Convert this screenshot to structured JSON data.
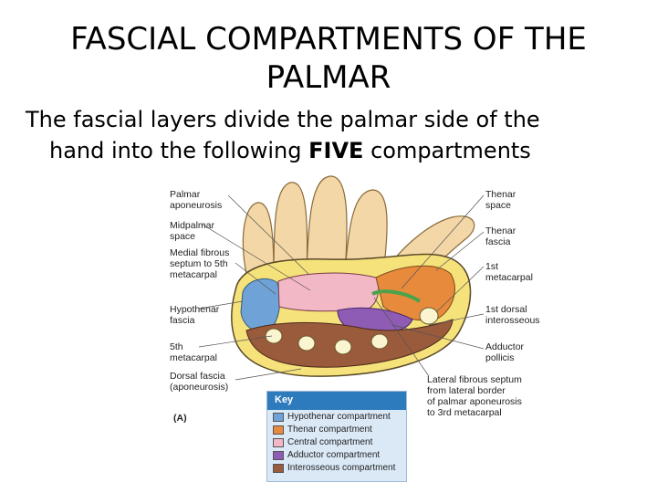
{
  "slide": {
    "title": "FASCIAL COMPARTMENTS OF THE PALMAR",
    "intro_line1": "The fascial layers divide the palmar side of the",
    "intro_line2_a": "hand into the following ",
    "intro_line2_bold": "FIVE",
    "intro_line2_b": " compartments"
  },
  "figure": {
    "panel_label": "(A)",
    "left_labels": [
      "Palmar\naponeurosis",
      "Midpalmar\nspace",
      "Medial fibrous\nseptum to 5th\nmetacarpal",
      "Hypothenar\nfascia",
      "5th\nmetacarpal",
      "Dorsal fascia\n(aponeurosis)"
    ],
    "right_labels": [
      "Thenar\nspace",
      "Thenar\nfascia",
      "1st\nmetacarpal",
      "1st dorsal\ninterosseous",
      "Adductor\npollicis",
      "Lateral fibrous septum\nfrom lateral border\nof palmar aponeurosis\nto 3rd metacarpal"
    ],
    "key": {
      "title": "Key",
      "items": [
        {
          "label": "Hypothenar compartment",
          "color": "#6fa3d8"
        },
        {
          "label": "Thenar compartment",
          "color": "#e88a3c"
        },
        {
          "label": "Central compartment",
          "color": "#f2b8c6"
        },
        {
          "label": "Adductor compartment",
          "color": "#8e5bb5"
        },
        {
          "label": "Interosseous compartment",
          "color": "#9a5a3c"
        }
      ]
    }
  }
}
